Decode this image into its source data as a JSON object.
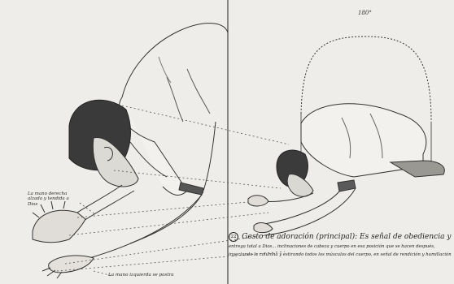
{
  "angle_label": "180°",
  "caption": {
    "number": "22",
    "title": "Gesto de adoración (principal): Es señal de obediencia y",
    "body": "entrega total a Dios... inclinaciones de cabeza y cuerpo en esa posición que se hacen después, inyectando la columna y estirando todos los músculos del cuerpo, en señal de rendición y humillación"
  },
  "notes": {
    "left_hand": "La mano derecha alzada y tendida a Dios",
    "bottom_hand": "La mano izquierda se postra"
  }
}
